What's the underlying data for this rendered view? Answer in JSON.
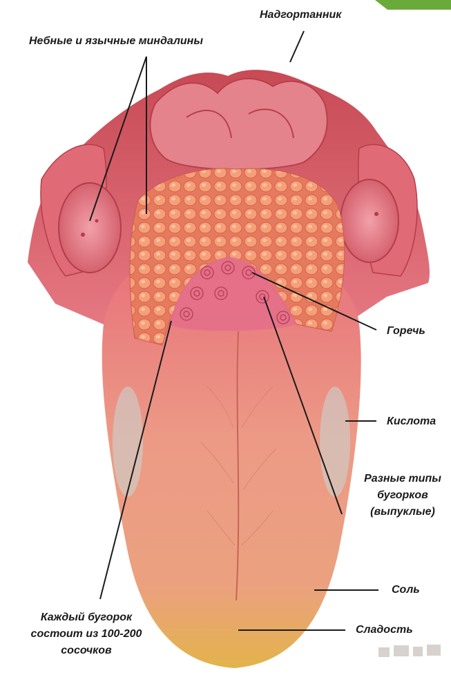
{
  "labels": {
    "epiglottis": "Надгортанник",
    "tonsils": "Небные и язычные миндалины",
    "bitter": "Горечь",
    "sour": "Кислота",
    "papillae_types": [
      "Разные типы",
      "бугорков",
      "(выпуклые)"
    ],
    "salt": "Соль",
    "sweet": "Сладость",
    "bump_note": [
      "Каждый бугорок",
      "состоит из 100-200",
      "сосочков"
    ]
  },
  "colors": {
    "tongue_body": "#e98a7c",
    "tongue_tip": "#e6b84a",
    "tissue": "#d9636a",
    "bumps": "#f08c66",
    "leader_lines": "#1a1a1a",
    "corner_accent": "#6aaa3a"
  }
}
